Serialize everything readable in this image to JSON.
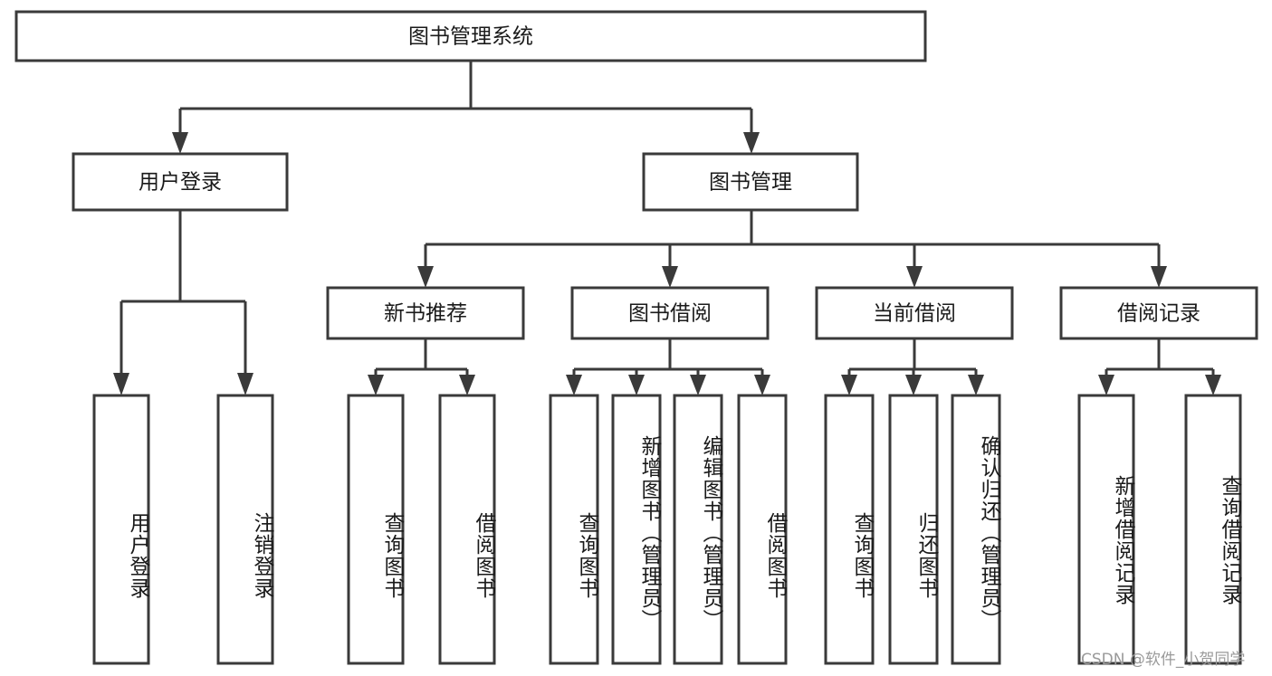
{
  "diagram": {
    "type": "tree",
    "title": "图书管理系统",
    "watermark": "CSDN @软件_小贺同学",
    "colors": {
      "background": "#ffffff",
      "box_fill": "#ffffff",
      "box_stroke": "#3a3a3a",
      "connector": "#3a3a3a",
      "text": "#1a1a1a",
      "watermark": "#9a9a9a"
    },
    "levels": {
      "root": {
        "label": "图书管理系统"
      },
      "level2": [
        {
          "label": "用户登录"
        },
        {
          "label": "图书管理"
        }
      ],
      "level3": [
        {
          "label": "新书推荐"
        },
        {
          "label": "图书借阅"
        },
        {
          "label": "当前借阅"
        },
        {
          "label": "借阅记录"
        }
      ],
      "leaves": {
        "user_login": [
          {
            "label": "用户登录"
          },
          {
            "label": "注销登录"
          }
        ],
        "new_book": [
          {
            "label": "查询图书"
          },
          {
            "label": "借阅图书"
          }
        ],
        "book_borrow": [
          {
            "label": "查询图书"
          },
          {
            "label": "新增图书（管理员）"
          },
          {
            "label": "编辑图书（管理员）"
          },
          {
            "label": "借阅图书"
          }
        ],
        "current_borrow": [
          {
            "label": "查询图书"
          },
          {
            "label": "归还图书"
          },
          {
            "label": "确认归还（管理员）"
          }
        ],
        "borrow_record": [
          {
            "label": "新增借阅记录"
          },
          {
            "label": "查询借阅记录"
          }
        ]
      }
    }
  }
}
